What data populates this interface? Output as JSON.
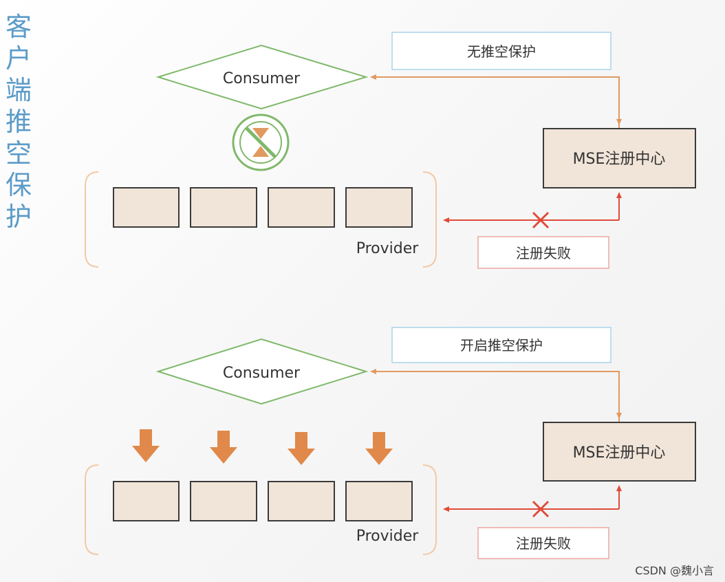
{
  "title_chars": [
    "客",
    "户",
    "端",
    "推",
    "空",
    "保",
    "护"
  ],
  "top": {
    "consumer_label": "Consumer",
    "protection_label": "无推空保护",
    "registry_label": "MSE注册中心",
    "failure_label": "注册失败",
    "provider_label": "Provider"
  },
  "bottom": {
    "consumer_label": "Consumer",
    "protection_label": "开启推空保护",
    "registry_label": "MSE注册中心",
    "failure_label": "注册失败",
    "provider_label": "Provider"
  },
  "watermark": "CSDN @魏小言",
  "colors": {
    "title": "#5b9bc8",
    "diamond": "#7fb86a",
    "arrow_orange": "#e09a5f",
    "arrow_red": "#e04a3a",
    "box_fill": "#f1e4d8",
    "info_border": "#a8d4ec",
    "fail_border": "#eaa7a0"
  }
}
